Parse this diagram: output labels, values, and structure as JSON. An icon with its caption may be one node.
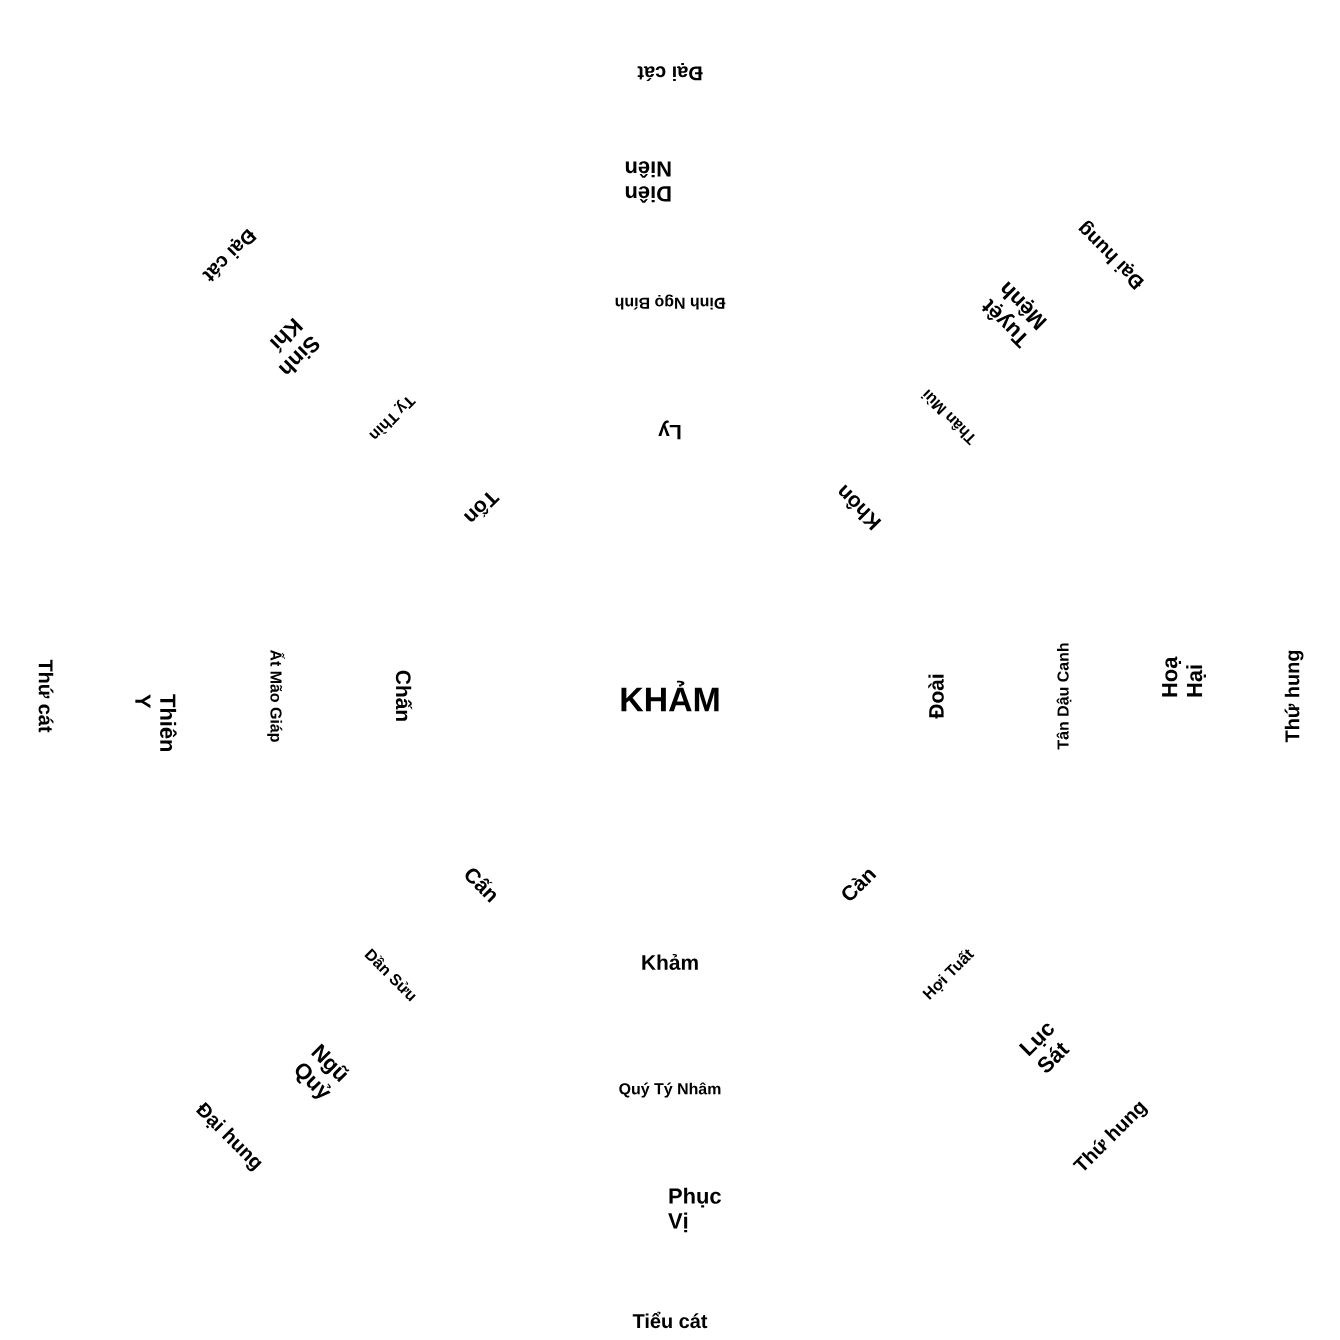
{
  "diagram": {
    "labels": [
      "KHẢM",
      "Khảm",
      "Quý Tý Nhâm",
      "Phục Vị",
      "Tiểu cát",
      "Cấn",
      "Dần Sửu",
      "Ngũ Quỷ",
      "Đại hung",
      "Chấn",
      "Ất Mão Giáp",
      "Thiên Y",
      "Thứ cát",
      "Tốn",
      "Tỵ Thìn",
      "Sinh Khí",
      "Đại cát",
      "Ly",
      "Đinh Ngọ Bính",
      "Diên Niên",
      "Đại cát",
      "Khôn",
      "Thân Mùi",
      "Tuyệt Mệnh",
      "Đại hung",
      "Đoài",
      "Tân Dậu Canh",
      "Hoạ Hại",
      "Thứ hung",
      "Càn",
      "Hợi Tuất",
      "Lục Sát",
      "Thứ hung"
    ]
  }
}
